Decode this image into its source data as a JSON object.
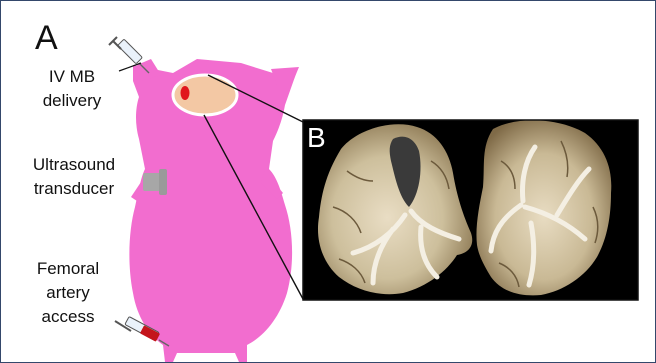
{
  "panels": {
    "a": {
      "letter": "A"
    },
    "b": {
      "letter": "B"
    }
  },
  "labels": {
    "iv_mb": {
      "line1": "IV MB",
      "line2": "delivery"
    },
    "ultrasound": {
      "line1": "Ultrasound",
      "line2": "transducer"
    },
    "femoral": {
      "line1": "Femoral",
      "line2": "artery",
      "line3": "access"
    }
  },
  "colors": {
    "pig_body": "#f26dcf",
    "brain_window": "#f3c8a4",
    "target_spot": "#e0171c",
    "transducer": "#a7a7a7",
    "border": "#34486b",
    "photo_background": "#000000",
    "blood": "#c4151c"
  }
}
